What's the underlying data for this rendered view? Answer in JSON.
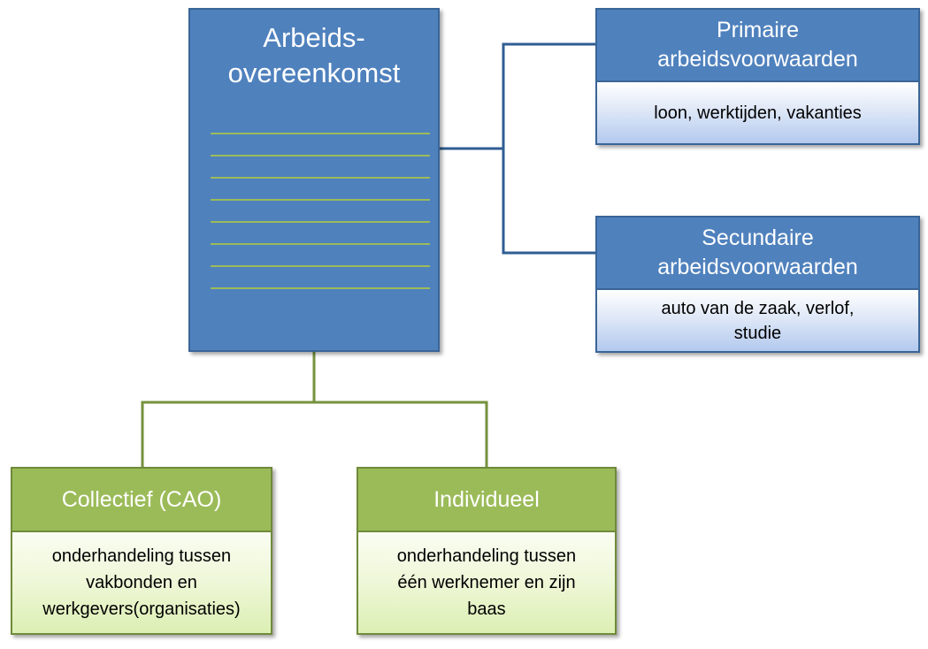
{
  "colors": {
    "blue_fill": "#4f81bd",
    "blue_border": "#3a6597",
    "green_fill": "#9bbb59",
    "green_border": "#6f8a3a",
    "blue_connector": "#2f5d93",
    "green_connector": "#76923c"
  },
  "diagram": {
    "main": {
      "title_line1": "Arbeids-",
      "title_line2": "overeenkomst"
    },
    "primary": {
      "title_line1": "Primaire",
      "title_line2": "arbeidsvoorwaarden",
      "body_line1": "loon, werktijden, vakanties"
    },
    "secondary": {
      "title_line1": "Secundaire",
      "title_line2": "arbeidsvoorwaarden",
      "body_line1": "auto van de zaak, verlof,",
      "body_line2": "studie"
    },
    "collective": {
      "title": "Collectief (CAO)",
      "body_line1": "onderhandeling tussen",
      "body_line2": "vakbonden en",
      "body_line3": "werkgevers(organisaties)"
    },
    "individual": {
      "title": "Individueel",
      "body_line1": "onderhandeling tussen",
      "body_line2": "één werknemer en zijn",
      "body_line3": "baas"
    }
  }
}
